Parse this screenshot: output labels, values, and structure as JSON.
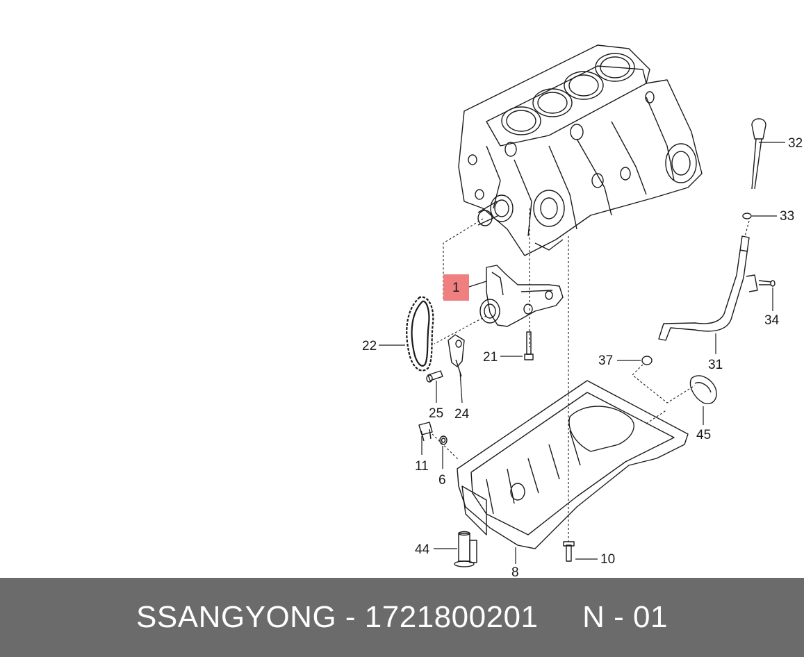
{
  "callouts": {
    "c1": "1",
    "c6": "6",
    "c8": "8",
    "c10": "10",
    "c11": "11",
    "c21": "21",
    "c22": "22",
    "c24": "24",
    "c25": "25",
    "c31": "31",
    "c32": "32",
    "c33": "33",
    "c34": "34",
    "c37": "37",
    "c44": "44",
    "c45": "45"
  },
  "highlight_color": "#f08080",
  "footer": {
    "brand": "SSANGYONG",
    "separator": " - ",
    "part_number": "1721800201",
    "gap": "     ",
    "code": "N - 01",
    "background": "#6b6b6b"
  }
}
